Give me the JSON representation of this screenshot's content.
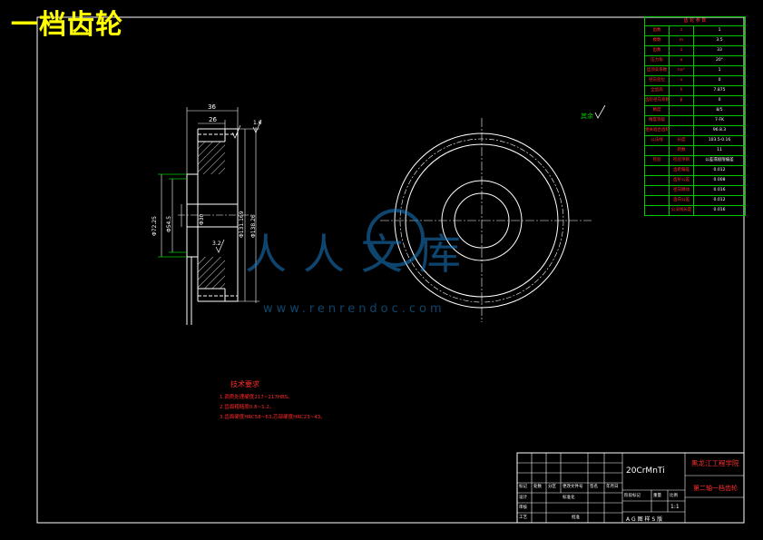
{
  "title": "一档齿轮",
  "dims": {
    "width_36": "36",
    "width_26": "26",
    "chamfer": "1.6",
    "finish_small": "3.2",
    "dia_72": "Φ72.25",
    "dia_hub": "Φ54.5",
    "dia_bore": "Φ30",
    "dia_main": "Φ131.169",
    "dia_outer": "Φ138.26"
  },
  "roughness_note": "其余",
  "notes": {
    "heading": "技术要求",
    "lines": [
      "1.调质处理硬度217~217HBS。",
      "2.齿面粗糙度0.8~1.2。",
      "3.齿面硬度HRC58~63,芯部硬度HRC23~43。"
    ]
  },
  "params": {
    "heading": "齿 轮 参 数",
    "rows": [
      {
        "name": "齿数",
        "sym": "z",
        "value": "1"
      },
      {
        "name": "模数",
        "sym": "m",
        "value": "3.5"
      },
      {
        "name": "齿数",
        "sym": "z",
        "value": "33"
      },
      {
        "name": "压力角",
        "sym": "α",
        "value": "20°"
      },
      {
        "name": "齿顶高系数",
        "sym": "ha*",
        "value": "1"
      },
      {
        "name": "径向变位",
        "sym": "x",
        "value": "0"
      },
      {
        "name": "全齿高",
        "sym": "h",
        "value": "7.875"
      },
      {
        "name": "齿轮径向系数",
        "sym": "β",
        "value": "0"
      },
      {
        "name": "精度",
        "sym": "",
        "value": "8/5"
      },
      {
        "name": "精度等级",
        "sym": "",
        "value": "7-FK"
      },
      {
        "name": "相关啮合齿轮",
        "sym": "",
        "value": "96.8.3"
      },
      {
        "name": "公法线",
        "sym": "长度",
        "value": "103.5-0.16"
      },
      {
        "name": "",
        "sym": "跨数",
        "value": "11"
      },
      {
        "name": "检验",
        "sym": "检验项目",
        "value": "公差或极限偏差"
      },
      {
        "name": "",
        "sym": "齿距偏差",
        "value": "0.012"
      },
      {
        "name": "",
        "sym": "齿形公差",
        "value": "0.008"
      },
      {
        "name": "",
        "sym": "径向跳动",
        "value": "0.016"
      },
      {
        "name": "",
        "sym": "齿向公差",
        "value": "0.012"
      },
      {
        "name": "",
        "sym": "公法线长度",
        "value": "0.016"
      }
    ]
  },
  "title_block": {
    "material": "20CrMnTi",
    "school": "黑龙江工程学院",
    "part_name": "第二轴一档齿轮",
    "scale": "1:1",
    "sheet_mark": "A G 图 样 S 版",
    "row_labels": [
      "标记",
      "设计",
      "审核",
      "工艺"
    ],
    "col_labels": [
      "处数",
      "分区",
      "更改文件号",
      "签名",
      "年月日"
    ],
    "right_labels": [
      "阶段标记",
      "重量",
      "比例"
    ],
    "approve": "批准",
    "standard": "标准化"
  },
  "watermark": {
    "brand": "人人文库",
    "url": "www.renrendoc.com"
  }
}
